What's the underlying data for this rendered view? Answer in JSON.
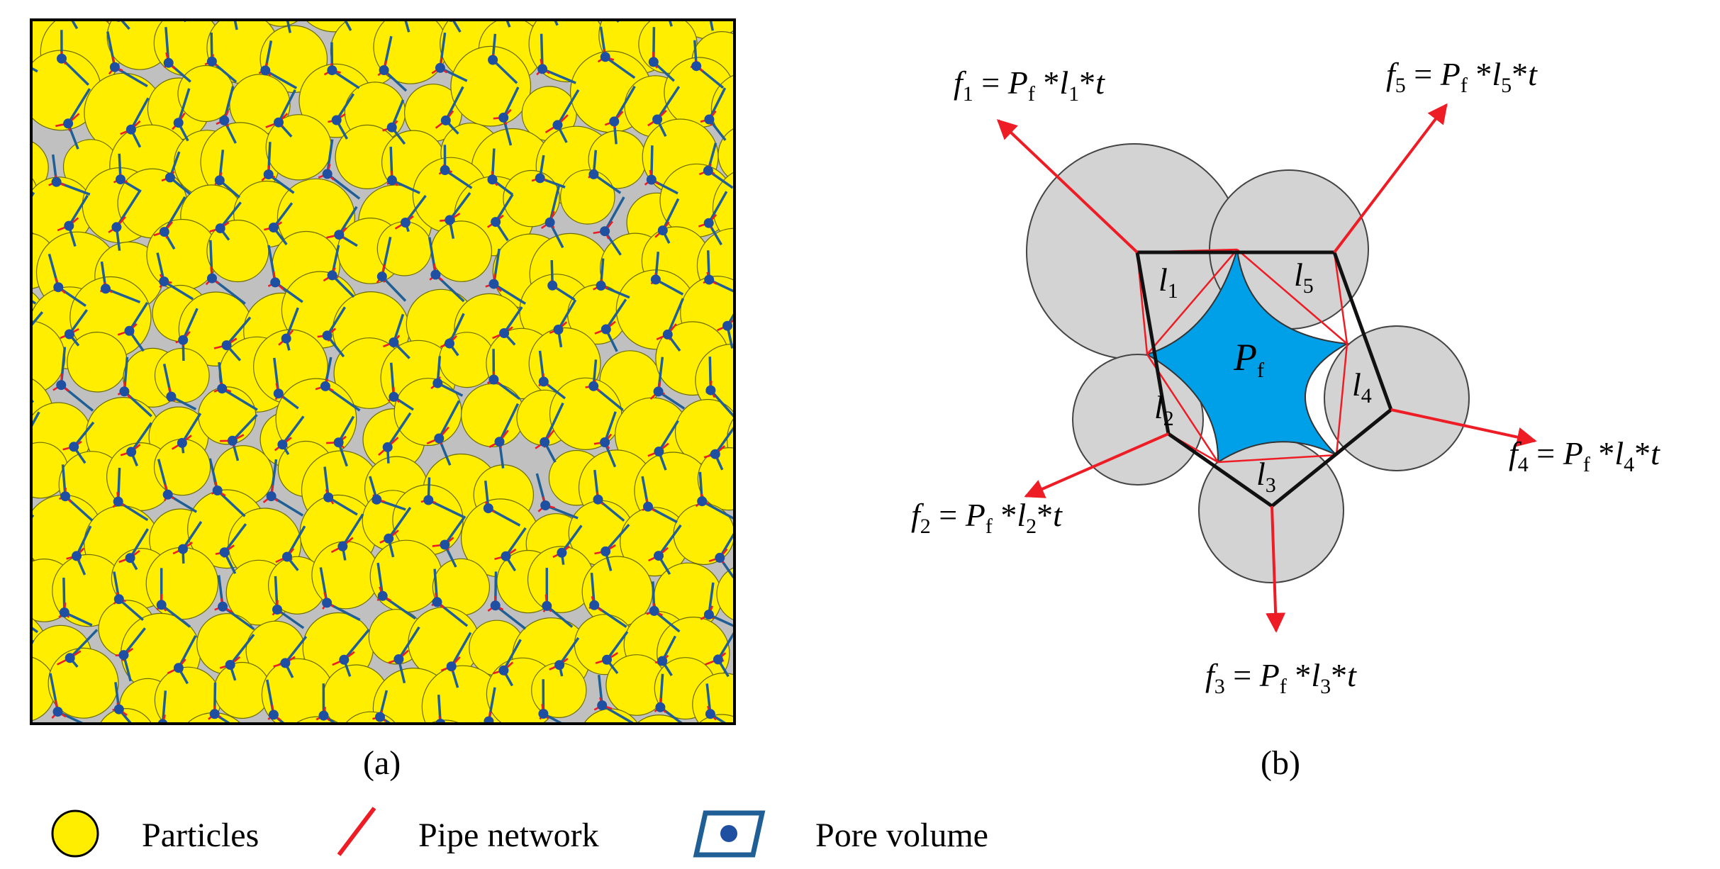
{
  "panels": {
    "a": {
      "caption": "(a)"
    },
    "b": {
      "caption": "(b)",
      "center_label": {
        "main": "P",
        "sub": "f"
      },
      "segment_labels": [
        {
          "main": "l",
          "sub": "1"
        },
        {
          "main": "l",
          "sub": "2"
        },
        {
          "main": "l",
          "sub": "3"
        },
        {
          "main": "l",
          "sub": "4"
        },
        {
          "main": "l",
          "sub": "5"
        }
      ],
      "equations": [
        {
          "f": "f",
          "fi": "1",
          "eq": " = ",
          "P": "P",
          "Pi": "f",
          "star1": " *",
          "l": "l",
          "li": "1",
          "star2": "*",
          "t": "t"
        },
        {
          "f": "f",
          "fi": "2",
          "eq": " = ",
          "P": "P",
          "Pi": "f",
          "star1": " *",
          "l": "l",
          "li": "2",
          "star2": "*",
          "t": "t"
        },
        {
          "f": "f",
          "fi": "3",
          "eq": " = ",
          "P": "P",
          "Pi": "f",
          "star1": " *",
          "l": "l",
          "li": "3",
          "star2": "*",
          "t": "t"
        },
        {
          "f": "f",
          "fi": "4",
          "eq": " = ",
          "P": "P",
          "Pi": "f",
          "star1": " *",
          "l": "l",
          "li": "4",
          "star2": "*",
          "t": "t"
        },
        {
          "f": "f",
          "fi": "5",
          "eq": " = ",
          "P": "P",
          "Pi": "f",
          "star1": " *",
          "l": "l",
          "li": "5",
          "star2": "*",
          "t": "t"
        }
      ]
    }
  },
  "legend": {
    "items": [
      {
        "label": "Particles",
        "icon": "particle-circle-icon"
      },
      {
        "label": "Pipe network",
        "icon": "pipe-line-icon"
      },
      {
        "label": "Pore volume",
        "icon": "pore-volume-icon"
      }
    ]
  },
  "colors": {
    "particle": "#ffee00",
    "pipe": "#ee1c25",
    "domain_line": "#1f5f95",
    "pore": "#1f4fa0",
    "gray_particle": "#d3d3d3",
    "pore_fill": "#00a0e9",
    "gap": "#c0c0c0"
  }
}
